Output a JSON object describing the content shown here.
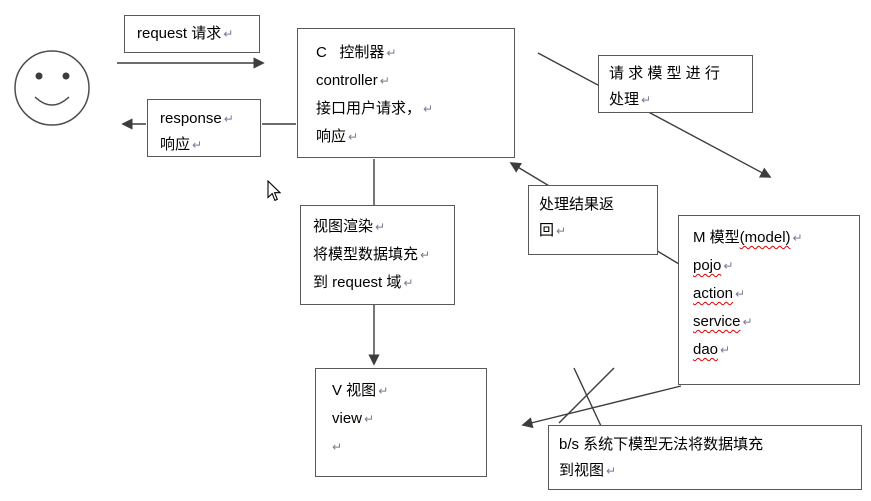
{
  "marks": {
    "line_break": "↵"
  },
  "colors": {
    "stroke": "#3d3d3d",
    "box_border": "#595959",
    "text": "#000000",
    "spellcheck": "#e00000",
    "background": "#ffffff"
  },
  "actor": {
    "name": "smiley-user"
  },
  "boxes": {
    "request": {
      "line1": "request 请求"
    },
    "response": {
      "line1": "response",
      "line2": "响应"
    },
    "controller": {
      "line1": "C   控制器",
      "line2": "controller",
      "line3": "接口用户请求，",
      "line4": "响应"
    },
    "process_request": {
      "line1": "请 求 模 型 进 行",
      "line2": "处理"
    },
    "result_return": {
      "line1": "处理结果返",
      "line2": "回"
    },
    "view_render": {
      "line1": "视图渲染",
      "line2": "将模型数据填充",
      "line3": "到 request 域"
    },
    "view": {
      "line1": "V 视图",
      "line2": "view"
    },
    "model": {
      "title_prefix": "M 模型",
      "title_wavy": "(model)",
      "item1": "pojo",
      "item2": "action",
      "item3": "service",
      "item4": "dao"
    },
    "bs_note": {
      "line1": "b/s 系统下模型无法将数据填充",
      "line2": "到视图"
    }
  }
}
